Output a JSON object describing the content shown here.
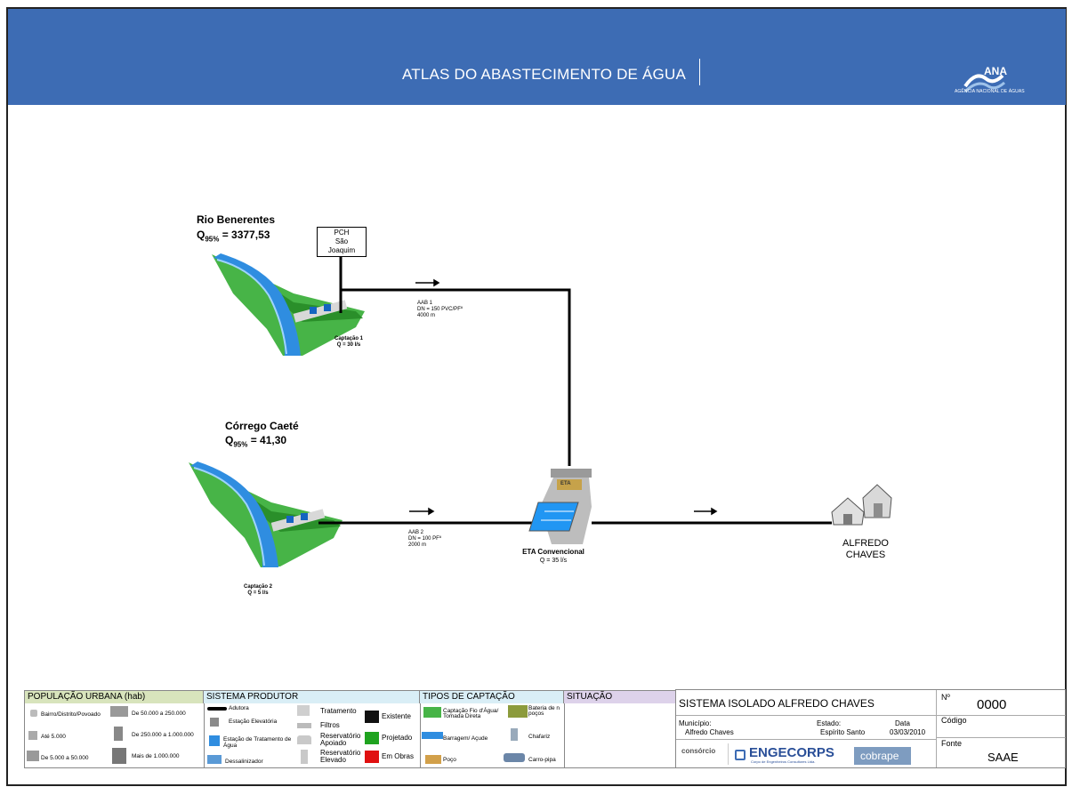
{
  "header": {
    "title": "ATLAS DO ABASTECIMENTO DE ÁGUA",
    "logo_text": "ANA",
    "logo_sub": "AGÊNCIA NACIONAL DE ÁGUAS",
    "bg_color": "#3d6cb4"
  },
  "sources": {
    "rio": {
      "name": "Rio Benerentes",
      "q_prefix": "Q",
      "q_sub": "95%",
      "q_value": " = 3377,53"
    },
    "corrego": {
      "name": "Córrego Caeté",
      "q_prefix": "Q",
      "q_sub": "95%",
      "q_value": " =  41,30"
    }
  },
  "pch": {
    "line1": "PCH",
    "line2": "São",
    "line3": "Joaquim"
  },
  "captacao1": {
    "label": "Captação 1",
    "flow": "Q = 30 l/s"
  },
  "captacao2": {
    "label": "Captação 2",
    "flow": "Q = 5 l/s"
  },
  "aab1": {
    "name": "AAB 1",
    "dn": "DN = 150 PVC/PFº",
    "length": "4000 m"
  },
  "aab2": {
    "name": "AAB 2",
    "dn": "DN = 100 PFº",
    "length": "2000 m"
  },
  "eta": {
    "tag": "ETA",
    "label": "ETA Convencional",
    "flow": "Q = 35 l/s"
  },
  "city": {
    "line1": "ALFREDO",
    "line2": "CHAVES"
  },
  "legend": {
    "pop_title": "POPULAÇÃO URBANA (hab)",
    "prod_title": "SISTEMA PRODUTOR",
    "capt_title": "TIPOS DE CAPTAÇÃO",
    "sit_title": "SITUAÇÃO",
    "pop": [
      "Bairro/Distrito/Povoado",
      "Até 5.000",
      "De 5.000 a 50.000",
      "De 50.000 a 250.000",
      "De 250.000 a 1.000.000",
      "Mais de 1.000.000"
    ],
    "prod": [
      "Adutora",
      "Estação Elevatória",
      "Estação de Tratamento de Água",
      "Dessalinizador",
      "Tratamento",
      "Filtros",
      "Reservatório Apoiado",
      "Reservatório Elevado"
    ],
    "situacao": [
      "Existente",
      "Projetado",
      "Em Obras"
    ],
    "situacao_colors": [
      "#111111",
      "#1fa31f",
      "#e01010"
    ],
    "capt": [
      "Captação Fio d'Água/ Tomada Direta",
      "Bateria de n poços",
      "Barragem/ Açude",
      "Chafariz",
      "Poço",
      "Carro-pipa"
    ]
  },
  "info": {
    "system_title": "SISTEMA ISOLADO ALFREDO CHAVES",
    "n_label": "Nº",
    "n_value": "0000",
    "codigo_label": "Código",
    "municipio_label": "Município:",
    "municipio_value": "Alfredo Chaves",
    "estado_label": "Estado:",
    "estado_value": "Espírito Santo",
    "data_label": "Data",
    "data_value": "03/03/2010",
    "consorcio_label": "consórcio",
    "engecorps": "ENGECORPS",
    "engecorps_sub": "Corpo de Engenheiros Consultores Ltda.",
    "cobrape": "cobrape",
    "fonte_label": "Fonte",
    "fonte_value": "SAAE"
  }
}
